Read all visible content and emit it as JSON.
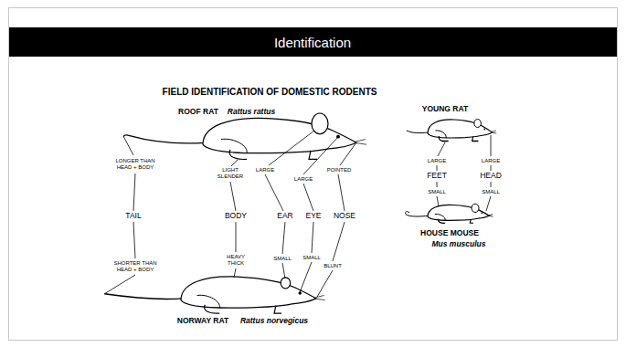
{
  "diagram": {
    "title": "Identification",
    "labels": [
      "FIELD IDENTIFICATION OF DOMESTIC RODENTS",
      "ROOF RAT",
      "Rattus rattus",
      "YOUNG RAT",
      "LONGER THAN HEAD + BODY",
      "LIGHT SLENDER",
      "LARGE",
      "LARGE",
      "POINTED",
      "TAIL",
      "BODY",
      "EAR",
      "EYE",
      "NOSE",
      "HEAVY THICK",
      "SMALL",
      "SMALL",
      "BLUNT",
      "SHORTER THAN HEAD + BODY",
      "NORWAY RAT",
      "Rattus norvegicus",
      "LARGE",
      "LARGE",
      "FEET",
      "HEAD",
      "SMALL",
      "SMALL",
      "HOUSE MOUSE",
      "Mus musculus"
    ]
  }
}
